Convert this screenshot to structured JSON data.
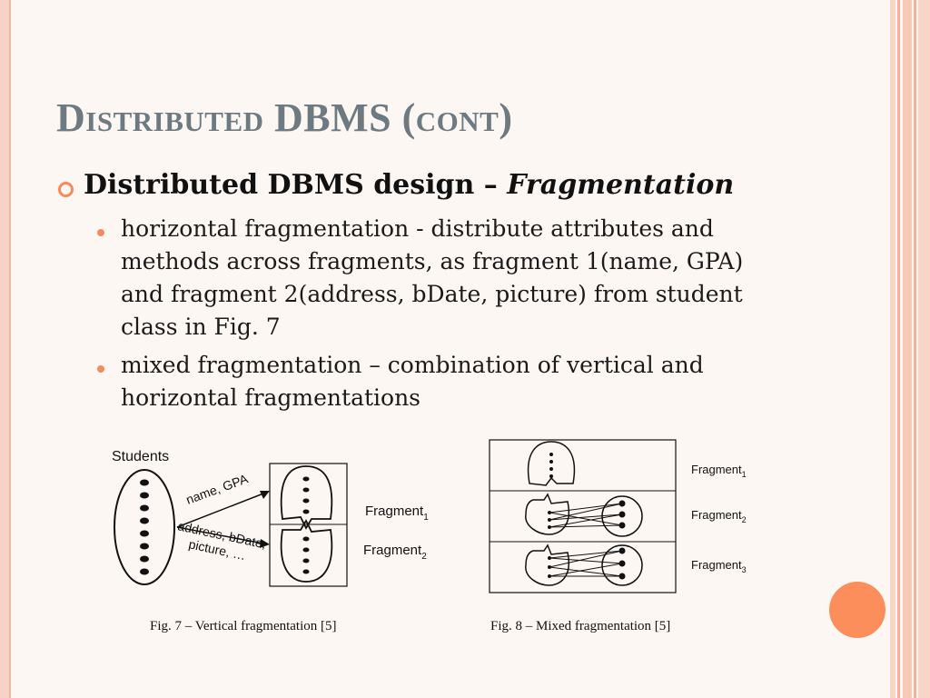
{
  "slide": {
    "title_main": "Distributed DBMS (",
    "title_cont": "cont",
    "title_close": ")",
    "heading": "Distributed DBMS design – ",
    "heading_emph": "Fragmentation",
    "bullets": [
      "horizontal fragmentation - distribute attributes and methods across fragments, as fragment 1(name, GPA) and fragment 2(address, bDate, picture) from student class in Fig. 7",
      "mixed fragmentation – combination of vertical and horizontal fragmentations"
    ]
  },
  "fig7": {
    "students_label": "Students",
    "arrow1_label": "name, GPA",
    "arrow2_label_line1": "address, bDate,",
    "arrow2_label_line2": "picture, …",
    "fragment1": "Fragment",
    "fragment1_sub": "1",
    "fragment2": "Fragment",
    "fragment2_sub": "2",
    "caption": "Fig. 7 – Vertical fragmentation [5]"
  },
  "fig8": {
    "fragment1": "Fragment",
    "fragment1_sub": "1",
    "fragment2": "Fragment",
    "fragment2_sub": "2",
    "fragment3": "Fragment",
    "fragment3_sub": "3",
    "caption": "Fig. 8 – Mixed fragmentation [5]"
  },
  "colors": {
    "accent": "#f58b5a",
    "title": "#6e7a82",
    "background": "#fdf7f3"
  }
}
